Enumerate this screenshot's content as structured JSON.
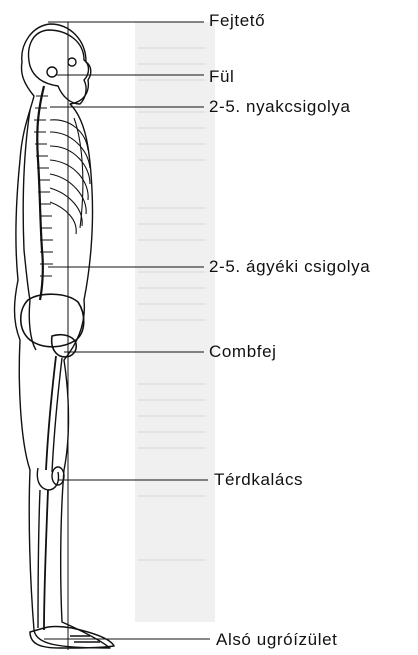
{
  "labels": [
    "Fejtető",
    "Fül",
    "2-5. nyakcsigolya",
    "2-5. ágyéki csigolya",
    "Combfej",
    "Térdkalács",
    "Alsó ugróízület"
  ],
  "colors": {
    "ink": "#111111",
    "page_scan": "#ececec",
    "background": "#ffffff"
  }
}
